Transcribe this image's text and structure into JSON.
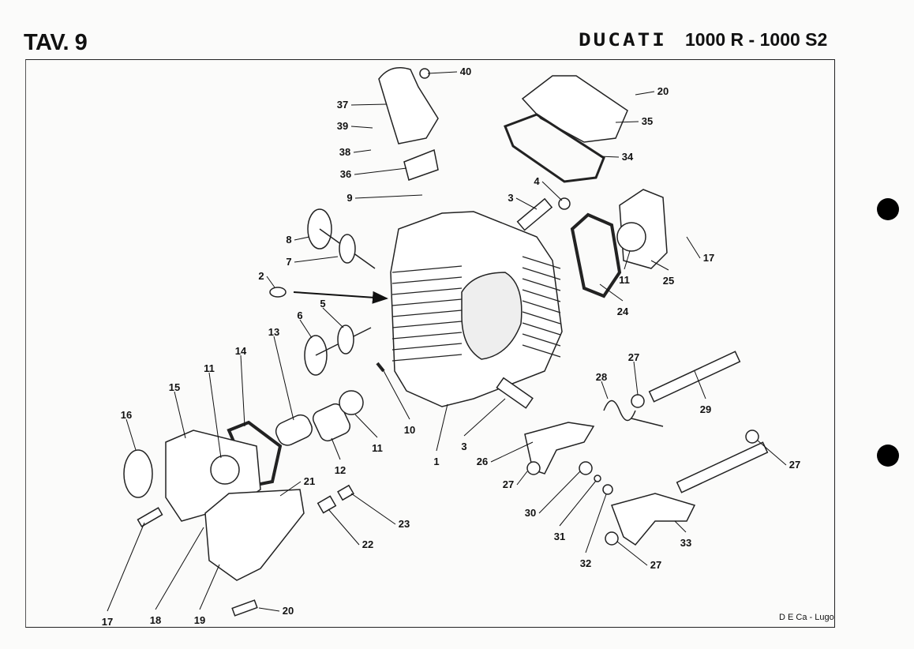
{
  "header": {
    "plate": "TAV. 9",
    "brand_logo": "DUCATI",
    "model": "1000 R - 1000 S2"
  },
  "footer": {
    "credit": "D E Ca - Lugo"
  },
  "callouts": [
    "40",
    "37",
    "39",
    "38",
    "36",
    "20",
    "35",
    "34",
    "4",
    "3",
    "9",
    "8",
    "7",
    "17",
    "11",
    "25",
    "2",
    "24",
    "5",
    "6",
    "13",
    "14",
    "11",
    "15",
    "16",
    "27",
    "28",
    "29",
    "10",
    "3",
    "1",
    "26",
    "11",
    "12",
    "21",
    "27",
    "27",
    "23",
    "30",
    "22",
    "31",
    "33",
    "32",
    "27",
    "17",
    "18",
    "19",
    "20"
  ]
}
